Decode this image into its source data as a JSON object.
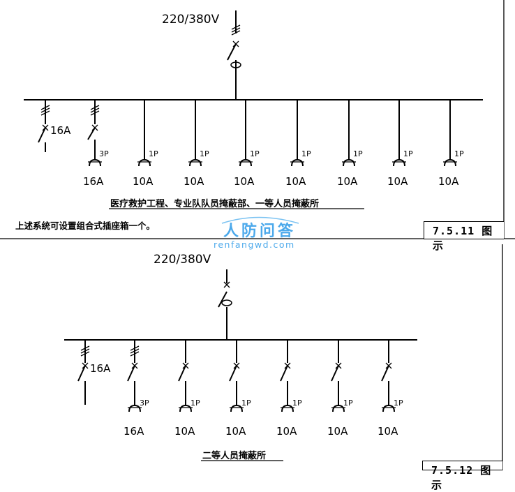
{
  "diagram1": {
    "voltage": "220/380V",
    "outlets": [
      {
        "rating": "16A",
        "type": "disconnector"
      },
      {
        "rating": "16A",
        "pole": "3P",
        "type": "socket"
      },
      {
        "rating": "10A",
        "pole": "1P",
        "type": "socket"
      },
      {
        "rating": "10A",
        "pole": "1P",
        "type": "socket"
      },
      {
        "rating": "10A",
        "pole": "1P",
        "type": "socket"
      },
      {
        "rating": "10A",
        "pole": "1P",
        "type": "socket"
      },
      {
        "rating": "10A",
        "pole": "1P",
        "type": "socket"
      },
      {
        "rating": "10A",
        "pole": "1P",
        "type": "socket"
      },
      {
        "rating": "10A",
        "pole": "1P",
        "type": "socket"
      }
    ],
    "caption": "医疗救护工程、专业队队员掩蔽部、一等人员掩蔽所"
  },
  "note": "上述系统可设置组合式插座箱一个。",
  "figure1_label": "7.5.11 图示",
  "watermark": {
    "name": "人防问答",
    "url": "renfangwd.com"
  },
  "diagram2": {
    "voltage": "220/380V",
    "outlets": [
      {
        "rating": "16A",
        "type": "disconnector"
      },
      {
        "rating": "16A",
        "pole": "3P",
        "type": "socket"
      },
      {
        "rating": "10A",
        "pole": "1P",
        "type": "socket"
      },
      {
        "rating": "10A",
        "pole": "1P",
        "type": "socket"
      },
      {
        "rating": "10A",
        "pole": "1P",
        "type": "socket"
      },
      {
        "rating": "10A",
        "pole": "1P",
        "type": "socket"
      },
      {
        "rating": "10A",
        "pole": "1P",
        "type": "socket"
      }
    ],
    "caption": "二等人员掩蔽所"
  },
  "figure2_label": "7.5.12 图示"
}
